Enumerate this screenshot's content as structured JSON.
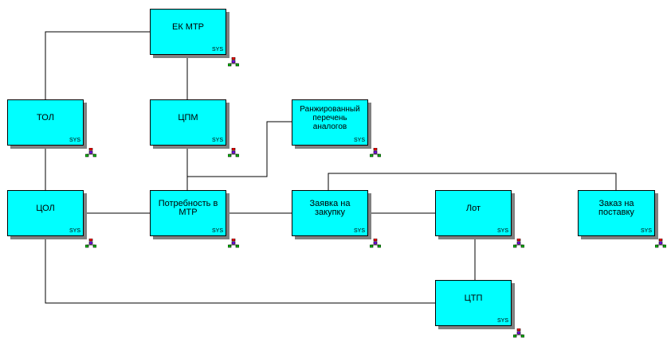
{
  "nodes": {
    "ek_mtr": {
      "label": "ЕК МТР",
      "tag": "SYS"
    },
    "tol": {
      "label": "ТОЛ",
      "tag": "SYS"
    },
    "cpm": {
      "label": "ЦПМ",
      "tag": "SYS"
    },
    "ranked_list": {
      "label": "Ранжированный перечень аналогов",
      "tag": "SYS"
    },
    "col": {
      "label": "ЦОЛ",
      "tag": "SYS"
    },
    "need_mtr": {
      "label": "Потребность в МТР",
      "tag": "SYS"
    },
    "purchase_request": {
      "label": "Заявка на закупку",
      "tag": "SYS"
    },
    "lot": {
      "label": "Лот",
      "tag": "SYS"
    },
    "delivery_order": {
      "label": "Заказ на поставку",
      "tag": "SYS"
    },
    "ctp": {
      "label": "ЦТП",
      "tag": "SYS"
    }
  },
  "icon": "hierarchy-icon",
  "colors": {
    "node_fill": "#00ffff",
    "shadow": "#808080",
    "icon_green": "#00c000",
    "icon_red": "#ff0000",
    "icon_purple": "#8000ff"
  }
}
